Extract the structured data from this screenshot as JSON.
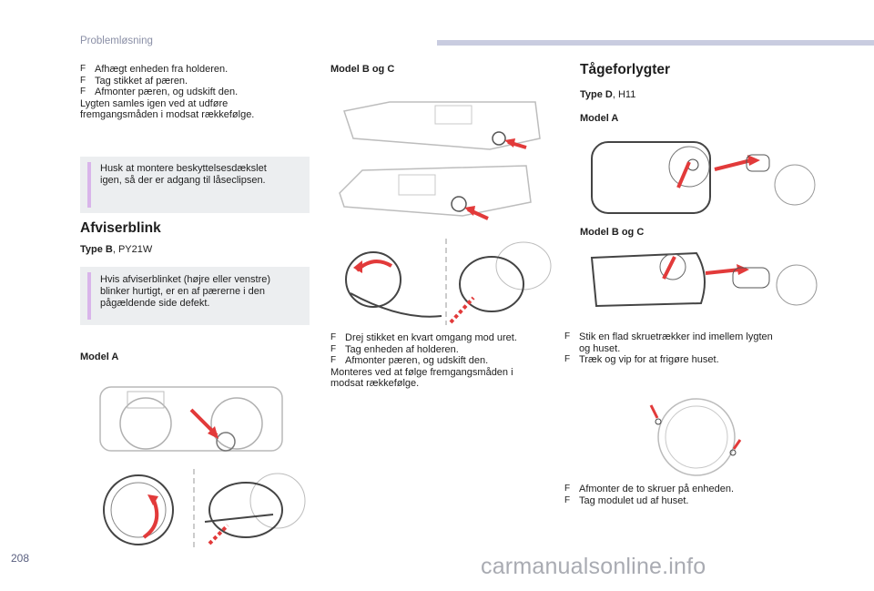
{
  "header": {
    "section": "Problemløsning"
  },
  "left": {
    "steps": [
      "Afhægt enheden fra holderen.",
      "Tag stikket af pæren.",
      "Afmonter pæren, og udskift den."
    ],
    "reassembly": [
      "Lygten samles igen ved at udføre",
      "fremgangsmåden i modsat rækkefølge."
    ],
    "note1": [
      "Husk at montere beskyttelsesdækslet",
      "igen, så der er adgang til låseclipsen."
    ],
    "afviser_title": "Afviserblink",
    "afviser_type_label": "Type B",
    "afviser_type_value": ", PY21W",
    "note2": [
      "Hvis afviserblinket (højre eller venstre)",
      "blinker hurtigt, er en af pærerne i den",
      "pågældende side defekt."
    ],
    "model_a": "Model A"
  },
  "middle": {
    "model_bc": "Model B og C",
    "steps": [
      "Drej stikket en kvart omgang mod uret.",
      "Tag enheden af holderen.",
      "Afmonter pæren, og udskift den."
    ],
    "reassembly": [
      "Monteres ved at følge fremgangsmåden i",
      "modsat rækkefølge."
    ]
  },
  "right": {
    "title": "Tågeforlygter",
    "type_label": "Type D",
    "type_value": ", H11",
    "model_a": "Model A",
    "model_bc": "Model B og C",
    "steps1": [
      [
        "Stik en flad skruetrækker ind imellem lygten",
        "og huset."
      ],
      [
        "Træk og vip for at frigøre huset."
      ]
    ],
    "steps2": [
      "Afmonter de to skruer på enheden.",
      "Tag modulet ud af huset."
    ]
  },
  "footer": {
    "page_number": "208",
    "watermark": "carmanualsonline.info"
  },
  "colors": {
    "accent_red": "#e23a3a",
    "note_bg": "#eceef0",
    "note_bar": "#d9b5ea",
    "header_bar": "#c9cce0"
  },
  "icons": {
    "bullet": "checkbox-bullet-icon"
  }
}
